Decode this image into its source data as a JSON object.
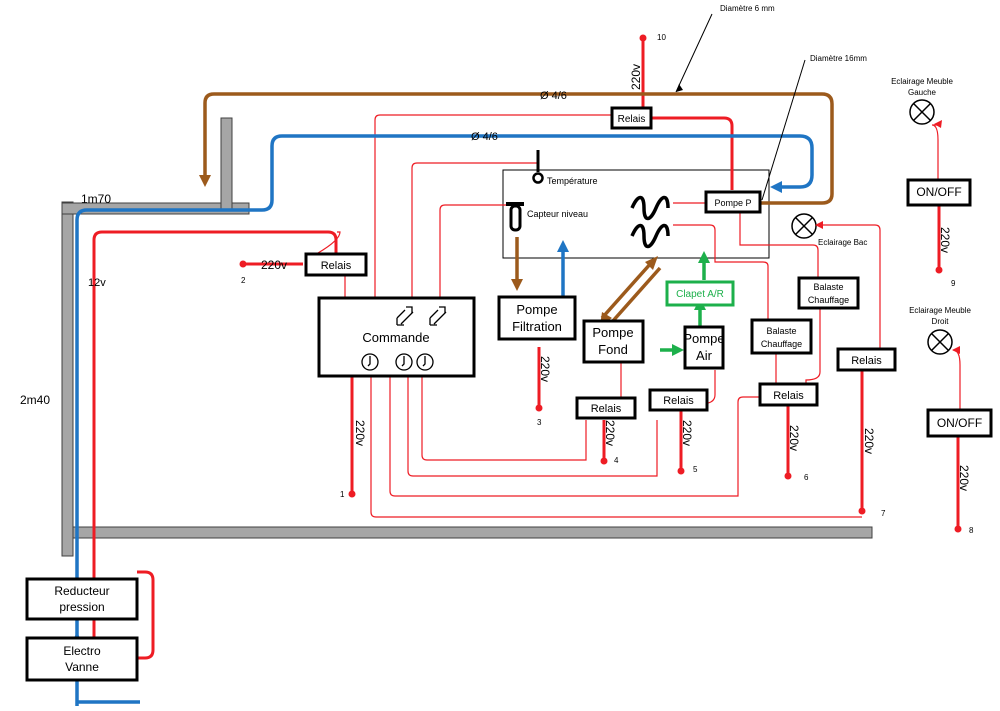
{
  "labels": {
    "diam6": "Diamètre 6 mm",
    "diam16": "Diamètre 16mm",
    "phi_brown": "Ø 4/6",
    "phi_blue": "Ø 4/6",
    "len_top": "1m70",
    "len_side": "2m40",
    "v12": "12v",
    "temperature": "Température",
    "capteur": "Capteur niveau",
    "eclairage_bac": "Eclairage Bac"
  },
  "boxes": {
    "relais_top": "Relais",
    "relais_left": "Relais",
    "commande": "Commande",
    "pompe_filtration_1": "Pompe",
    "pompe_filtration_2": "Filtration",
    "pompe_fond_1": "Pompe",
    "pompe_fond_2": "Fond",
    "pompe_air_1": "Pompe",
    "pompe_air_2": "Air",
    "pompe_p": "Pompe P",
    "clapet": "Clapet A/R",
    "balaste_1a": "Balaste",
    "balaste_1b": "Chauffage",
    "balaste_2a": "Balaste",
    "balaste_2b": "Chauffage",
    "relais_4": "Relais",
    "relais_5": "Relais",
    "relais_6": "Relais",
    "relais_7": "Relais",
    "reducteur_1": "Reducteur",
    "reducteur_2": "pression",
    "electro_1": "Electro",
    "electro_2": "Vanne",
    "onoff_gauche": "ON/OFF",
    "onoff_droit": "ON/OFF",
    "eclairage_gauche_1": "Eclairage Meuble",
    "eclairage_gauche_2": "Gauche",
    "eclairage_droit_1": "Eclairage Meuble",
    "eclairage_droit_2": "Droit"
  },
  "power": {
    "v220": "220v",
    "n1": "1",
    "n2": "2",
    "n3": "3",
    "n4": "4",
    "n5": "5",
    "n6": "6",
    "n7": "7",
    "n8": "8",
    "n9": "9",
    "n10": "10"
  },
  "colors": {
    "red": "#ee1c24",
    "blue": "#1f75c4",
    "brown": "#9c5a1c",
    "green": "#1db04b",
    "gray": "#a6a6a6"
  }
}
